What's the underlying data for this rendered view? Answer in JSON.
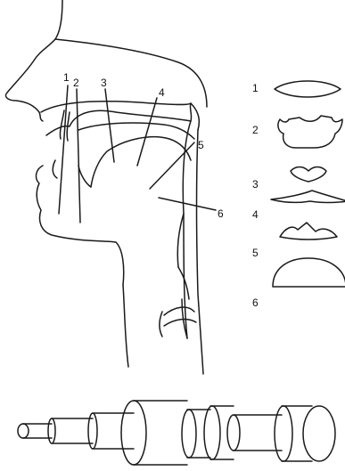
{
  "figure": {
    "head_labels": [
      "1",
      "2",
      "3",
      "4",
      "5",
      "6"
    ],
    "shape_labels": [
      "1",
      "2",
      "3",
      "4",
      "5",
      "6"
    ]
  }
}
